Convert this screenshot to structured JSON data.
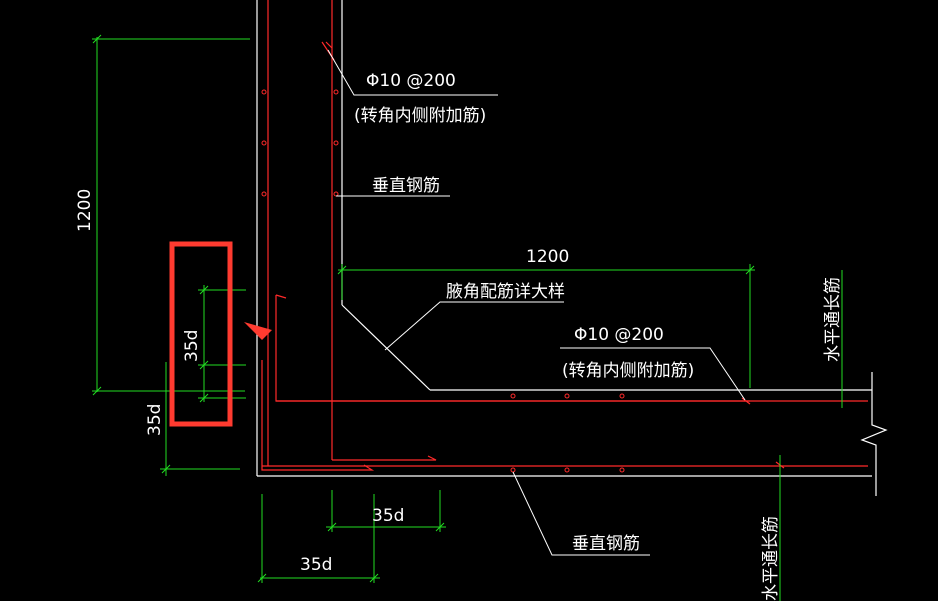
{
  "colors": {
    "background": "#000000",
    "rebar": "#ff2a2a",
    "dimension": "#22dd22",
    "outline": "#ffffff",
    "leader": "#ffffff",
    "highlight": "#ff3b30",
    "text": "#ffffff"
  },
  "labels": {
    "rebar_spec_top": "Φ10 @200",
    "rebar_note_top": "(转角内侧附加筋)",
    "vertical_rebar_top": "垂直钢筋",
    "haunch_detail": "腋角配筋详大样",
    "rebar_spec_mid": "Φ10 @200",
    "rebar_note_mid": "(转角内侧附加筋)",
    "horizontal_rebar_right": "水平通长筋",
    "vertical_rebar_bottom": "垂直钢筋",
    "horizontal_rebar_bottom": "水平通长筋"
  },
  "dimensions": {
    "left_vertical": "1200",
    "top_horizontal": "1200",
    "highlight_35d": "35d",
    "left_35d": "35d",
    "bottom_35d_inner": "35d",
    "bottom_35d_outer": "35d"
  }
}
